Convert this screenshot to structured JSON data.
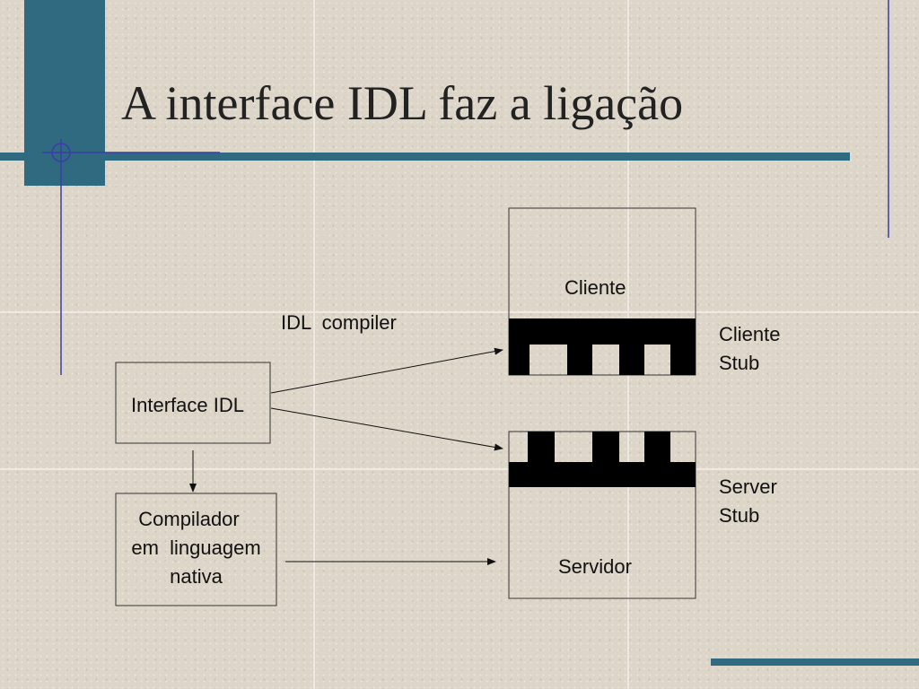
{
  "slide": {
    "title": "A interface IDL faz a ligação"
  },
  "diagram": {
    "interface_box": "Interface IDL",
    "compiler_box": [
      "Compilador",
      "em  linguagem",
      "nativa"
    ],
    "arrow_label": "IDL  compiler",
    "client_box": "Cliente",
    "server_box": "Servidor",
    "client_stub_label": [
      "Cliente",
      "Stub"
    ],
    "server_stub_label": [
      "Server",
      "Stub"
    ]
  },
  "colors": {
    "accent_teal": "#2f6a80",
    "accent_blue": "#3c3ca8",
    "stub_black": "#000000"
  }
}
